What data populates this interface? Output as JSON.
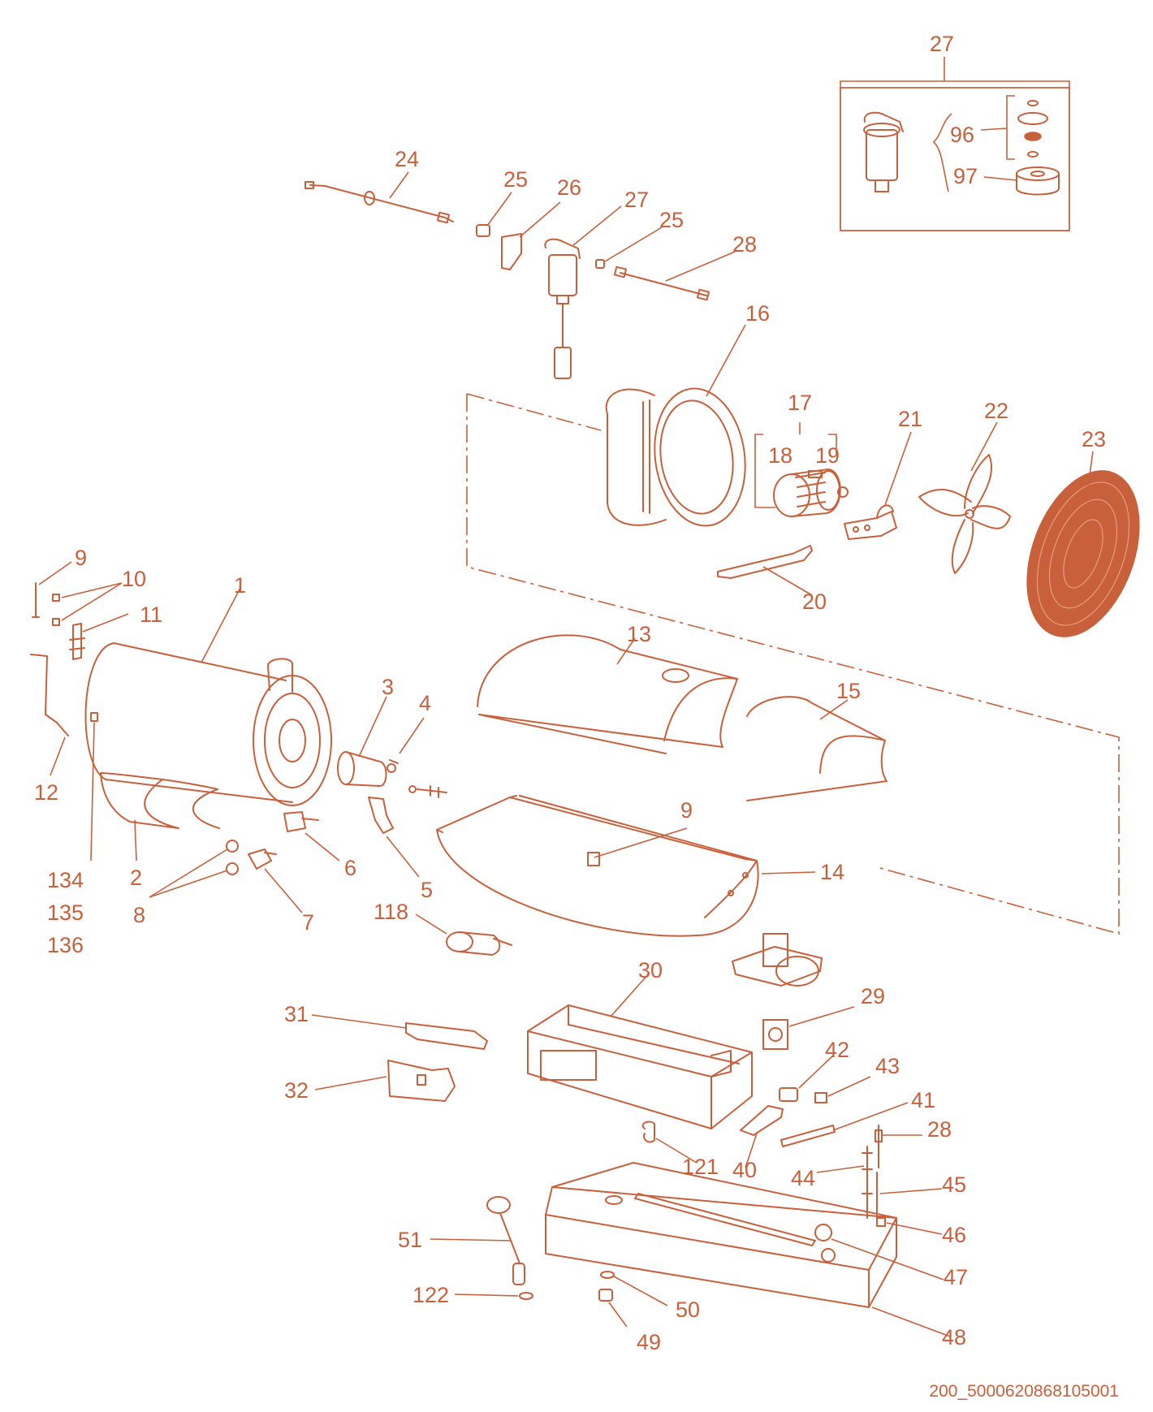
{
  "diagram": {
    "accent_color": "#c8603b",
    "reference_code": "200_5000620868105001",
    "callouts": [
      {
        "id": "c-27-top",
        "text": "27"
      },
      {
        "id": "c-96",
        "text": "96"
      },
      {
        "id": "c-97",
        "text": "97"
      },
      {
        "id": "c-24",
        "text": "24"
      },
      {
        "id": "c-25a",
        "text": "25"
      },
      {
        "id": "c-26",
        "text": "26"
      },
      {
        "id": "c-27",
        "text": "27"
      },
      {
        "id": "c-25b",
        "text": "25"
      },
      {
        "id": "c-28a",
        "text": "28"
      },
      {
        "id": "c-16",
        "text": "16"
      },
      {
        "id": "c-17",
        "text": "17"
      },
      {
        "id": "c-18",
        "text": "18"
      },
      {
        "id": "c-19",
        "text": "19"
      },
      {
        "id": "c-21",
        "text": "21"
      },
      {
        "id": "c-22",
        "text": "22"
      },
      {
        "id": "c-23",
        "text": "23"
      },
      {
        "id": "c-20",
        "text": "20"
      },
      {
        "id": "c-9a",
        "text": "9"
      },
      {
        "id": "c-10",
        "text": "10"
      },
      {
        "id": "c-11",
        "text": "11"
      },
      {
        "id": "c-1",
        "text": "1"
      },
      {
        "id": "c-12",
        "text": "12"
      },
      {
        "id": "c-134",
        "text": "134"
      },
      {
        "id": "c-135",
        "text": "135"
      },
      {
        "id": "c-136",
        "text": "136"
      },
      {
        "id": "c-2",
        "text": "2"
      },
      {
        "id": "c-8",
        "text": "8"
      },
      {
        "id": "c-7",
        "text": "7"
      },
      {
        "id": "c-6",
        "text": "6"
      },
      {
        "id": "c-3",
        "text": "3"
      },
      {
        "id": "c-4",
        "text": "4"
      },
      {
        "id": "c-5",
        "text": "5"
      },
      {
        "id": "c-13",
        "text": "13"
      },
      {
        "id": "c-15",
        "text": "15"
      },
      {
        "id": "c-9b",
        "text": "9"
      },
      {
        "id": "c-14",
        "text": "14"
      },
      {
        "id": "c-118",
        "text": "118"
      },
      {
        "id": "c-30",
        "text": "30"
      },
      {
        "id": "c-29",
        "text": "29"
      },
      {
        "id": "c-31",
        "text": "31"
      },
      {
        "id": "c-32",
        "text": "32"
      },
      {
        "id": "c-42",
        "text": "42"
      },
      {
        "id": "c-43",
        "text": "43"
      },
      {
        "id": "c-41",
        "text": "41"
      },
      {
        "id": "c-28b",
        "text": "28"
      },
      {
        "id": "c-121",
        "text": "121"
      },
      {
        "id": "c-40",
        "text": "40"
      },
      {
        "id": "c-44",
        "text": "44"
      },
      {
        "id": "c-45",
        "text": "45"
      },
      {
        "id": "c-46",
        "text": "46"
      },
      {
        "id": "c-51",
        "text": "51"
      },
      {
        "id": "c-47",
        "text": "47"
      },
      {
        "id": "c-122",
        "text": "122"
      },
      {
        "id": "c-50",
        "text": "50"
      },
      {
        "id": "c-48",
        "text": "48"
      },
      {
        "id": "c-49",
        "text": "49"
      }
    ]
  }
}
